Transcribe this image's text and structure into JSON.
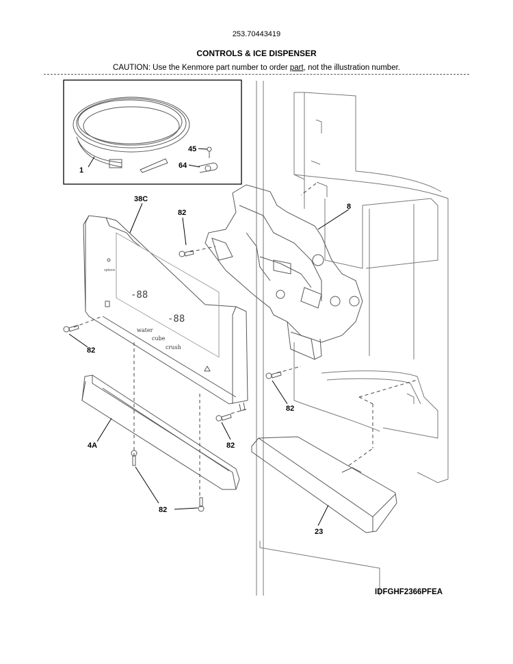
{
  "header": {
    "model_number": "253.70443419",
    "title": "CONTROLS & ICE DISPENSER",
    "caution_pre": "CAUTION: Use the Kenmore part number to order ",
    "caution_link": "part",
    "caution_post": ", not the illustration number."
  },
  "callouts": {
    "c1": "1",
    "c45": "45",
    "c64": "64",
    "c38c": "38C",
    "c8": "8",
    "c82a": "82",
    "c82b": "82",
    "c82c": "82",
    "c82d": "82",
    "c82e": "82",
    "c4a": "4A",
    "c23": "23"
  },
  "panel_text": {
    "digits_left": "-88",
    "digits_right": "-88",
    "btn_water": "water",
    "btn_cube": "cube",
    "btn_crush": "crush",
    "options": "options"
  },
  "diagram_code": "IDFGHF2366PFEA"
}
